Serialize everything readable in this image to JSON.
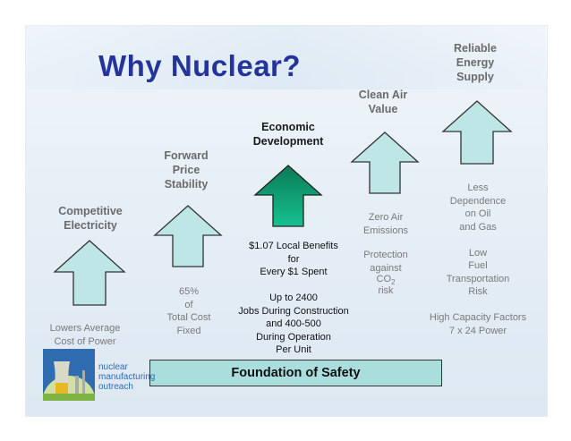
{
  "slide": {
    "title": "Why Nuclear?"
  },
  "columns": [
    {
      "heading": "Competitive\nElectricity",
      "detail": "Lowers Average\nCost of Power"
    },
    {
      "heading": "Forward\nPrice\nStability",
      "detail": "65%\nof\nTotal Cost\nFixed"
    },
    {
      "heading": "Economic\nDevelopment",
      "detail": "$1.07 Local Benefits\nfor\nEvery $1 Spent\n\nUp to 2400\nJobs During Construction\nand 400-500\nDuring Operation\nPer Unit"
    },
    {
      "heading": "Clean Air\nValue",
      "detail_a": "Zero Air\nEmissions",
      "detail_b": "Protection\nagainst",
      "detail_c": "CO",
      "detail_c_sub": "2",
      "detail_d": "risk"
    },
    {
      "heading": "Reliable\nEnergy\nSupply",
      "detail": "Less\nDependence\non Oil\nand Gas\n\nLow\nFuel\nTransportation\nRisk\n\nHigh Capacity Factors\n7 x 24 Power"
    }
  ],
  "foundation": {
    "label": "Foundation of Safety"
  },
  "logo": {
    "line1": "nuclear",
    "line2": "manufacturing",
    "line3": "outreach"
  },
  "colors": {
    "arrow_fill": "#bfe6e6",
    "arrow_highlight": "#0f9a6f",
    "title": "#24349a"
  }
}
